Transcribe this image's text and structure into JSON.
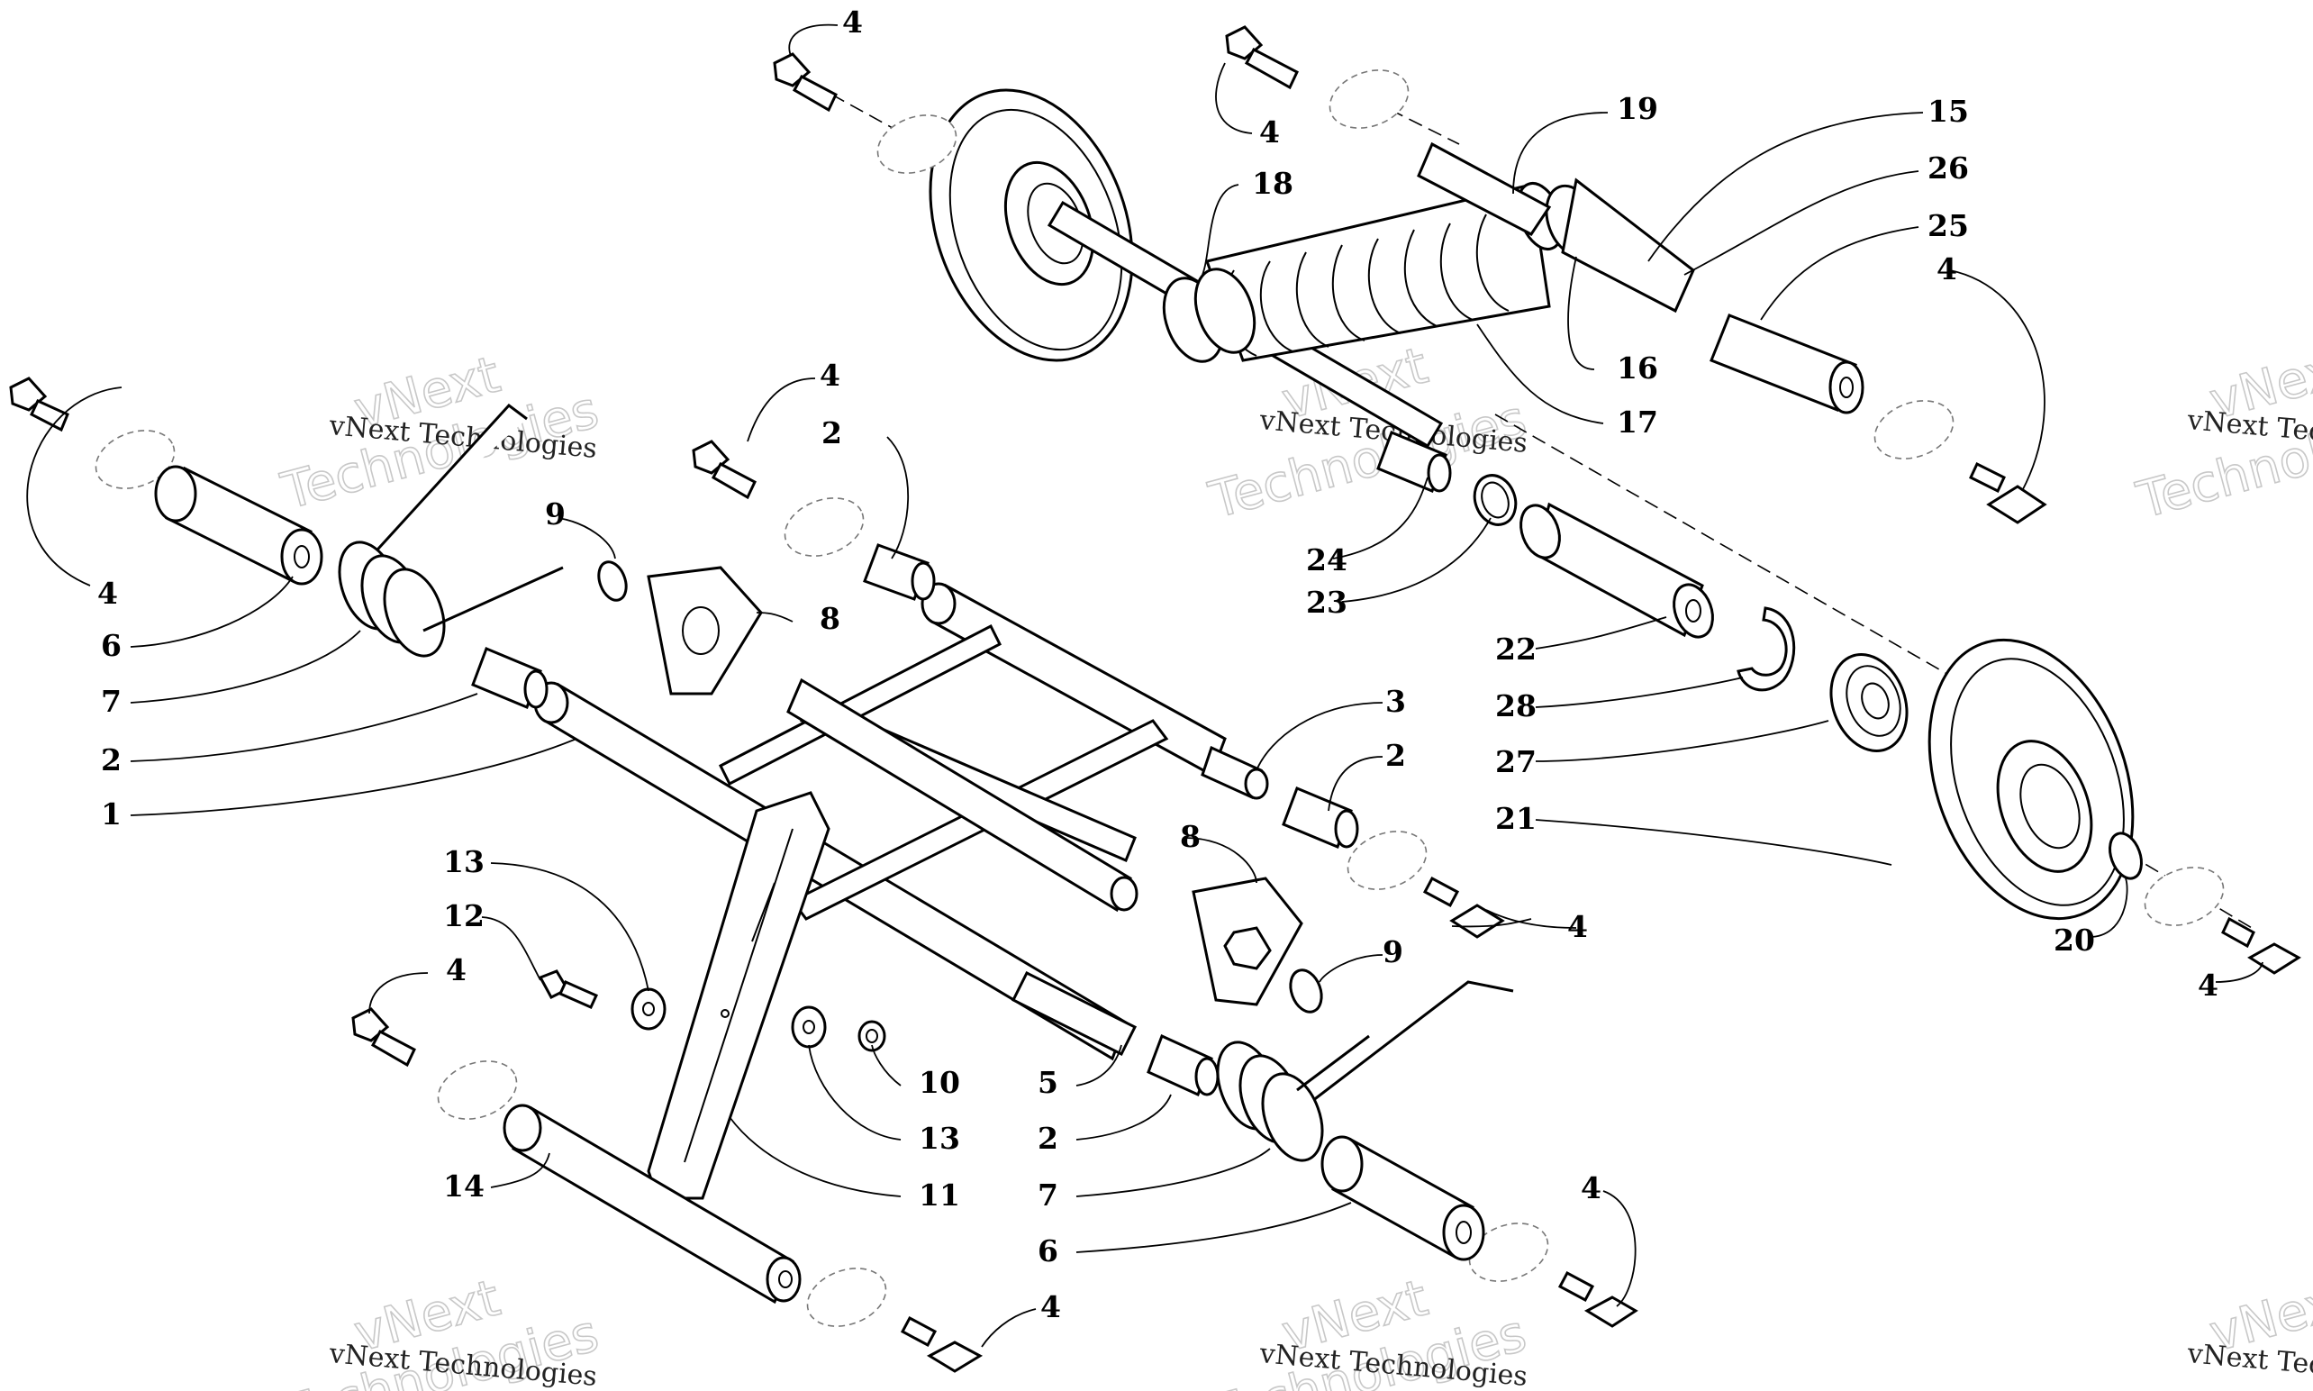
{
  "callouts": [
    {
      "id": "c4a",
      "text": "4"
    },
    {
      "id": "c4b",
      "text": "4"
    },
    {
      "id": "c4c",
      "text": "4"
    },
    {
      "id": "c4d",
      "text": "4"
    },
    {
      "id": "c4e",
      "text": "4"
    },
    {
      "id": "c4f",
      "text": "4"
    },
    {
      "id": "c4g",
      "text": "4"
    },
    {
      "id": "c4h",
      "text": "4"
    },
    {
      "id": "c4i",
      "text": "4"
    },
    {
      "id": "c4j",
      "text": "4"
    },
    {
      "id": "c19",
      "text": "19"
    },
    {
      "id": "c15",
      "text": "15"
    },
    {
      "id": "c18",
      "text": "18"
    },
    {
      "id": "c26",
      "text": "26"
    },
    {
      "id": "c25",
      "text": "25"
    },
    {
      "id": "c16",
      "text": "16"
    },
    {
      "id": "c17",
      "text": "17"
    },
    {
      "id": "c24",
      "text": "24"
    },
    {
      "id": "c23",
      "text": "23"
    },
    {
      "id": "c22",
      "text": "22"
    },
    {
      "id": "c28",
      "text": "28"
    },
    {
      "id": "c27",
      "text": "27"
    },
    {
      "id": "c21",
      "text": "21"
    },
    {
      "id": "c20",
      "text": "20"
    },
    {
      "id": "c2a",
      "text": "2"
    },
    {
      "id": "c2b",
      "text": "2"
    },
    {
      "id": "c2c",
      "text": "2"
    },
    {
      "id": "c2d",
      "text": "2"
    },
    {
      "id": "c9a",
      "text": "9"
    },
    {
      "id": "c9b",
      "text": "9"
    },
    {
      "id": "c8a",
      "text": "8"
    },
    {
      "id": "c8b",
      "text": "8"
    },
    {
      "id": "c3",
      "text": "3"
    },
    {
      "id": "c6a",
      "text": "6"
    },
    {
      "id": "c6b",
      "text": "6"
    },
    {
      "id": "c7a",
      "text": "7"
    },
    {
      "id": "c7b",
      "text": "7"
    },
    {
      "id": "c1",
      "text": "1"
    },
    {
      "id": "c13a",
      "text": "13"
    },
    {
      "id": "c13b",
      "text": "13"
    },
    {
      "id": "c12",
      "text": "12"
    },
    {
      "id": "c10",
      "text": "10"
    },
    {
      "id": "c5",
      "text": "5"
    },
    {
      "id": "c11",
      "text": "11"
    },
    {
      "id": "c14",
      "text": "14"
    }
  ],
  "watermark": {
    "line1": "vNext Technologies",
    "big_a": "vNext",
    "big_b": "Technologies"
  }
}
